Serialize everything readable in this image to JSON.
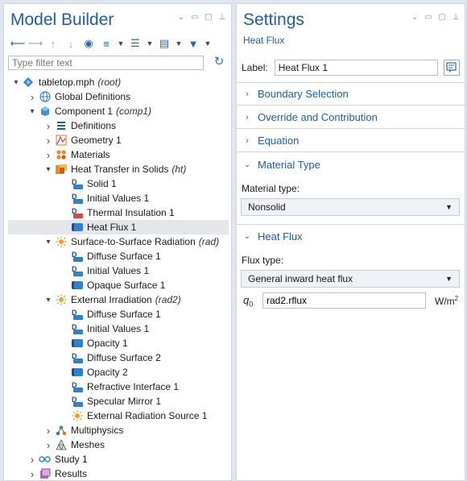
{
  "model_builder": {
    "title": "Model Builder",
    "filter_placeholder": "Type filter text",
    "tree": [
      {
        "label": "tabletop.mph",
        "tag": "(root)",
        "level": 0,
        "expanded": true,
        "icon": "mph-file-icon"
      },
      {
        "label": "Global Definitions",
        "tag": "",
        "level": 1,
        "expanded": false,
        "icon": "globe-icon"
      },
      {
        "label": "Component 1",
        "tag": "(comp1)",
        "level": 1,
        "expanded": true,
        "icon": "component-icon"
      },
      {
        "label": "Definitions",
        "tag": "",
        "level": 2,
        "expanded": false,
        "icon": "definitions-icon"
      },
      {
        "label": "Geometry 1",
        "tag": "",
        "level": 2,
        "expanded": false,
        "icon": "geometry-icon"
      },
      {
        "label": "Materials",
        "tag": "",
        "level": 2,
        "expanded": false,
        "icon": "materials-icon"
      },
      {
        "label": "Heat Transfer in Solids",
        "tag": "(ht)",
        "level": 2,
        "expanded": true,
        "icon": "heat-transfer-icon"
      },
      {
        "label": "Solid 1",
        "tag": "",
        "level": 3,
        "icon": "domain-node-icon"
      },
      {
        "label": "Initial Values 1",
        "tag": "",
        "level": 3,
        "icon": "domain-node-icon"
      },
      {
        "label": "Thermal Insulation 1",
        "tag": "",
        "level": 3,
        "icon": "thermal-insulation-icon"
      },
      {
        "label": "Heat Flux 1",
        "tag": "",
        "level": 3,
        "icon": "boundary-node-icon",
        "selected": true
      },
      {
        "label": "Surface-to-Surface Radiation",
        "tag": "(rad)",
        "level": 2,
        "expanded": true,
        "icon": "sun-icon"
      },
      {
        "label": "Diffuse Surface 1",
        "tag": "",
        "level": 3,
        "icon": "domain-node-icon"
      },
      {
        "label": "Initial Values 1",
        "tag": "",
        "level": 3,
        "icon": "domain-node-icon"
      },
      {
        "label": "Opaque Surface 1",
        "tag": "",
        "level": 3,
        "icon": "boundary-node-icon"
      },
      {
        "label": "External Irradiation",
        "tag": "(rad2)",
        "level": 2,
        "expanded": true,
        "icon": "sun-icon"
      },
      {
        "label": "Diffuse Surface 1",
        "tag": "",
        "level": 3,
        "icon": "domain-node-icon"
      },
      {
        "label": "Initial Values 1",
        "tag": "",
        "level": 3,
        "icon": "domain-node-icon"
      },
      {
        "label": "Opacity 1",
        "tag": "",
        "level": 3,
        "icon": "boundary-node-icon"
      },
      {
        "label": "Diffuse Surface 2",
        "tag": "",
        "level": 3,
        "icon": "domain-node-icon"
      },
      {
        "label": "Opacity 2",
        "tag": "",
        "level": 3,
        "icon": "boundary-node-icon"
      },
      {
        "label": "Refractive Interface 1",
        "tag": "",
        "level": 3,
        "icon": "domain-node-icon"
      },
      {
        "label": "Specular Mirror 1",
        "tag": "",
        "level": 3,
        "icon": "domain-node-icon"
      },
      {
        "label": "External Radiation Source 1",
        "tag": "",
        "level": 3,
        "icon": "sun-icon"
      },
      {
        "label": "Multiphysics",
        "tag": "",
        "level": 2,
        "expanded": false,
        "icon": "multiphysics-icon"
      },
      {
        "label": "Meshes",
        "tag": "",
        "level": 2,
        "expanded": false,
        "icon": "mesh-icon"
      },
      {
        "label": "Study 1",
        "tag": "",
        "level": 1,
        "expanded": false,
        "icon": "study-icon"
      },
      {
        "label": "Results",
        "tag": "",
        "level": 1,
        "expanded": false,
        "icon": "results-icon"
      }
    ]
  },
  "settings": {
    "title": "Settings",
    "subtitle": "Heat Flux",
    "label_caption": "Label:",
    "label_value": "Heat Flux 1",
    "sections": [
      {
        "title": "Boundary Selection",
        "expanded": false
      },
      {
        "title": "Override and Contribution",
        "expanded": false
      },
      {
        "title": "Equation",
        "expanded": false
      },
      {
        "title": "Material Type",
        "expanded": true
      },
      {
        "title": "Heat Flux",
        "expanded": true
      }
    ],
    "material_type_label": "Material type:",
    "material_type_value": "Nonsolid",
    "flux_type_label": "Flux type:",
    "flux_type_value": "General inward heat flux",
    "q0_symbol": "q",
    "q0_sub": "0",
    "q0_value": "rad2.rflux",
    "q0_unit": "W/m",
    "q0_unit_sup": "2"
  },
  "colors": {
    "title_blue": "#1f5ea8",
    "selected_row": "#e4e6ea",
    "node_blue": "#2f80d1"
  }
}
